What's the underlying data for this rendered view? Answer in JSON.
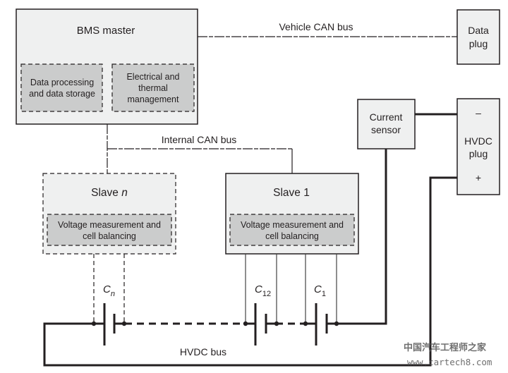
{
  "diagram": {
    "bms_master": {
      "title": "BMS master",
      "sub_left": [
        "Data processing",
        "and data storage"
      ],
      "sub_right": [
        "Electrical and",
        "thermal",
        "management"
      ]
    },
    "vehicle_can_bus": "Vehicle CAN bus",
    "internal_can_bus": "Internal CAN bus",
    "data_plug": [
      "Data",
      "plug"
    ],
    "current_sensor": [
      "Current",
      "sensor"
    ],
    "hvdc_plug": {
      "minus": "–",
      "label": [
        "HVDC",
        "plug"
      ],
      "plus": "+"
    },
    "slave_n": {
      "title": "Slave",
      "title_italic": "n",
      "sub": [
        "Voltage measurement and",
        "cell balancing"
      ]
    },
    "slave_1": {
      "title": "Slave 1",
      "sub": [
        "Voltage measurement and",
        "cell balancing"
      ]
    },
    "cells": [
      {
        "label": "C",
        "subscript": "n"
      },
      {
        "label": "C",
        "subscript": "12"
      },
      {
        "label": "C",
        "subscript": "1"
      }
    ],
    "hvdc_bus": "HVDC bus",
    "watermark": {
      "line1": "中国汽车工程师之家",
      "line2": "www.cartech8.com"
    },
    "colors": {
      "box_fill": "#eff0f0",
      "sub_fill": "#cbcccc",
      "stroke": "#231f20"
    }
  }
}
